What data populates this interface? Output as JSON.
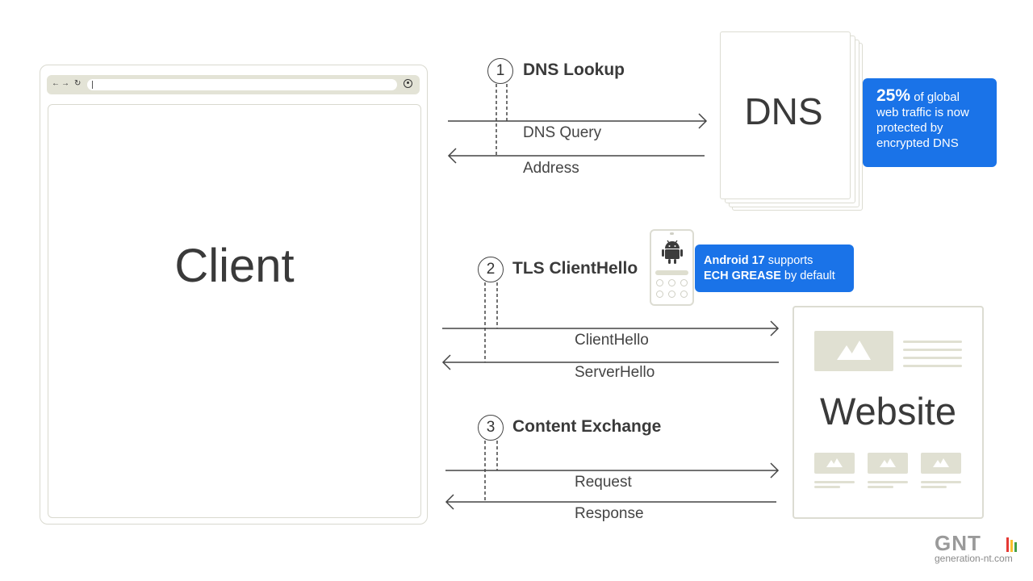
{
  "client": {
    "title": "Client",
    "nav_back": "←",
    "nav_forward": "→",
    "nav_reload": "↻"
  },
  "steps": [
    {
      "number": "1",
      "label": "DNS Lookup",
      "messages": [
        "DNS Query",
        "Address"
      ]
    },
    {
      "number": "2",
      "label": "TLS ClientHello",
      "messages": [
        "ClientHello",
        "ServerHello"
      ]
    },
    {
      "number": "3",
      "label": "Content Exchange",
      "messages": [
        "Request",
        "Response"
      ]
    }
  ],
  "dns_server": {
    "title": "DNS"
  },
  "dns_callout": {
    "stat": "25%",
    "text_1": " of global",
    "text_2": "web traffic is now",
    "text_3": "protected by",
    "text_4": "encrypted DNS"
  },
  "android_callout": {
    "bold_1": "Android 17",
    "text_1": " supports",
    "bold_2": "ECH GREASE",
    "text_2": " by default"
  },
  "website": {
    "title": "Website"
  },
  "watermark": {
    "logo": "GNT",
    "site": "generation-nt.com"
  },
  "colors": {
    "accent": "#1a73e8",
    "line": "#444444",
    "placeholder": "#e0e0d2",
    "card_border": "#dcdcd2"
  },
  "icons": [
    "back-arrow-icon",
    "forward-arrow-icon",
    "reload-icon",
    "account-icon",
    "android-icon",
    "image-placeholder-icon"
  ]
}
